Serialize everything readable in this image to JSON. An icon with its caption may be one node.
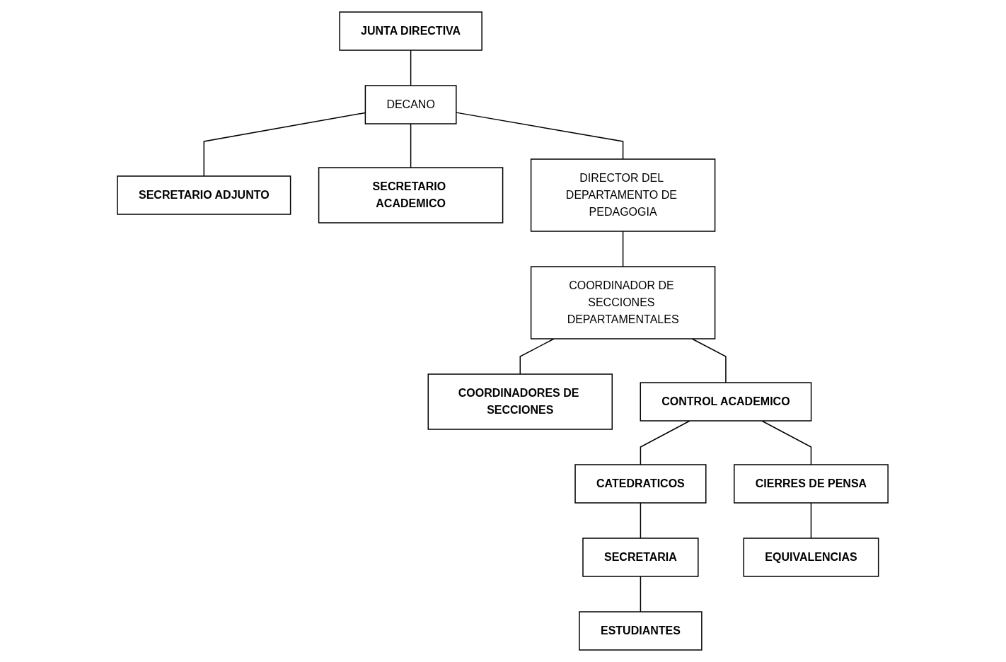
{
  "diagram": {
    "nodes": [
      {
        "text": [
          "JUNTA DIRECTIVA"
        ]
      },
      {
        "text": [
          "SECRETARIO ADJUNTO"
        ]
      },
      {
        "text": [
          "DECANO"
        ]
      },
      {
        "text": [
          "SECRETARIO ACADEMICO"
        ]
      },
      {
        "text": [
          "DIRECTOR DEL DEPARTAMENTO DE PEDAGOGIA"
        ]
      },
      {
        "text": [
          "COORDINADOR DE SECCIONES DEPARTAMENTALES"
        ]
      },
      {
        "text": [
          "COORDINADORES DE SECCIONES"
        ]
      },
      {
        "text": [
          "SECRETARIA"
        ]
      },
      {
        "text": [
          "CATEDRATICOS"
        ]
      },
      {
        "text": [
          "CONTROL ACADEMICO"
        ]
      },
      {
        "text": [
          "CIERRES DE PENSA"
        ]
      },
      {
        "text": [
          "EQUIVALENCIAS"
        ]
      },
      {
        "text": [
          "ESTUDIANTES"
        ]
      }
    ],
    "edges": [
      {
        "from": 0,
        "to": 2,
        "arrow": "none"
      },
      {
        "from": 2,
        "to": 1,
        "arrow": "none"
      },
      {
        "from": 2,
        "to": 3,
        "arrow": "none"
      },
      {
        "from": 2,
        "to": 4,
        "arrow": "none"
      },
      {
        "from": 4,
        "to": 5,
        "arrow": "none"
      },
      {
        "from": 5,
        "to": 6,
        "arrow": "none"
      },
      {
        "from": 5,
        "to": 9,
        "arrow": "none"
      },
      {
        "from": 9,
        "to": 8,
        "arrow": "none"
      },
      {
        "from": 8,
        "to": 7,
        "arrow": "none"
      },
      {
        "from": 9,
        "to": 10,
        "arrow": "none"
      },
      {
        "from": 10,
        "to": 11,
        "arrow": "none"
      },
      {
        "from": 7,
        "to": 12,
        "arrow": "none"
      }
    ]
  }
}
